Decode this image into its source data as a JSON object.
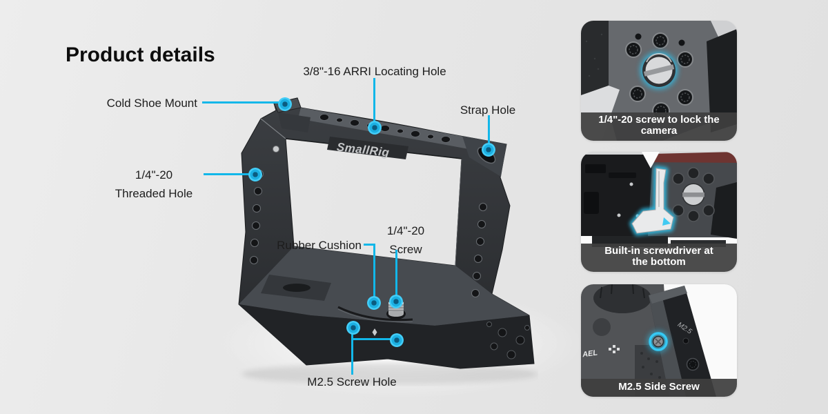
{
  "page": {
    "title": "Product details"
  },
  "theme": {
    "accent_cyan": "#12b7e9",
    "background_gray": "#e6e6e6",
    "caption_bar": "#3e3e3e",
    "label_text": "#1d1d1d"
  },
  "cage": {
    "brand_logo": "SmallRig"
  },
  "callouts": {
    "arri_locating_hole": {
      "label": "3/8\"-16 ARRI Locating Hole"
    },
    "cold_shoe_mount": {
      "label": "Cold Shoe Mount"
    },
    "strap_hole": {
      "label": "Strap Hole"
    },
    "threaded_hole": {
      "line1": "1/4\"-20",
      "line2": "Threaded Hole"
    },
    "rubber_cushion": {
      "label": "Rubber Cushion"
    },
    "quarter_inch_screw": {
      "line1": "1/4\"-20",
      "line2": "Screw"
    },
    "m25_screw_hole": {
      "label": "M2.5 Screw Hole"
    }
  },
  "panels": [
    {
      "caption": "1/4\"-20 screw to lock the camera"
    },
    {
      "caption": "Built-in screwdriver at the bottom"
    },
    {
      "caption": "M2.5 Side Screw",
      "cage_engraving": "M2.5",
      "camera_button_label": "AEL"
    }
  ]
}
